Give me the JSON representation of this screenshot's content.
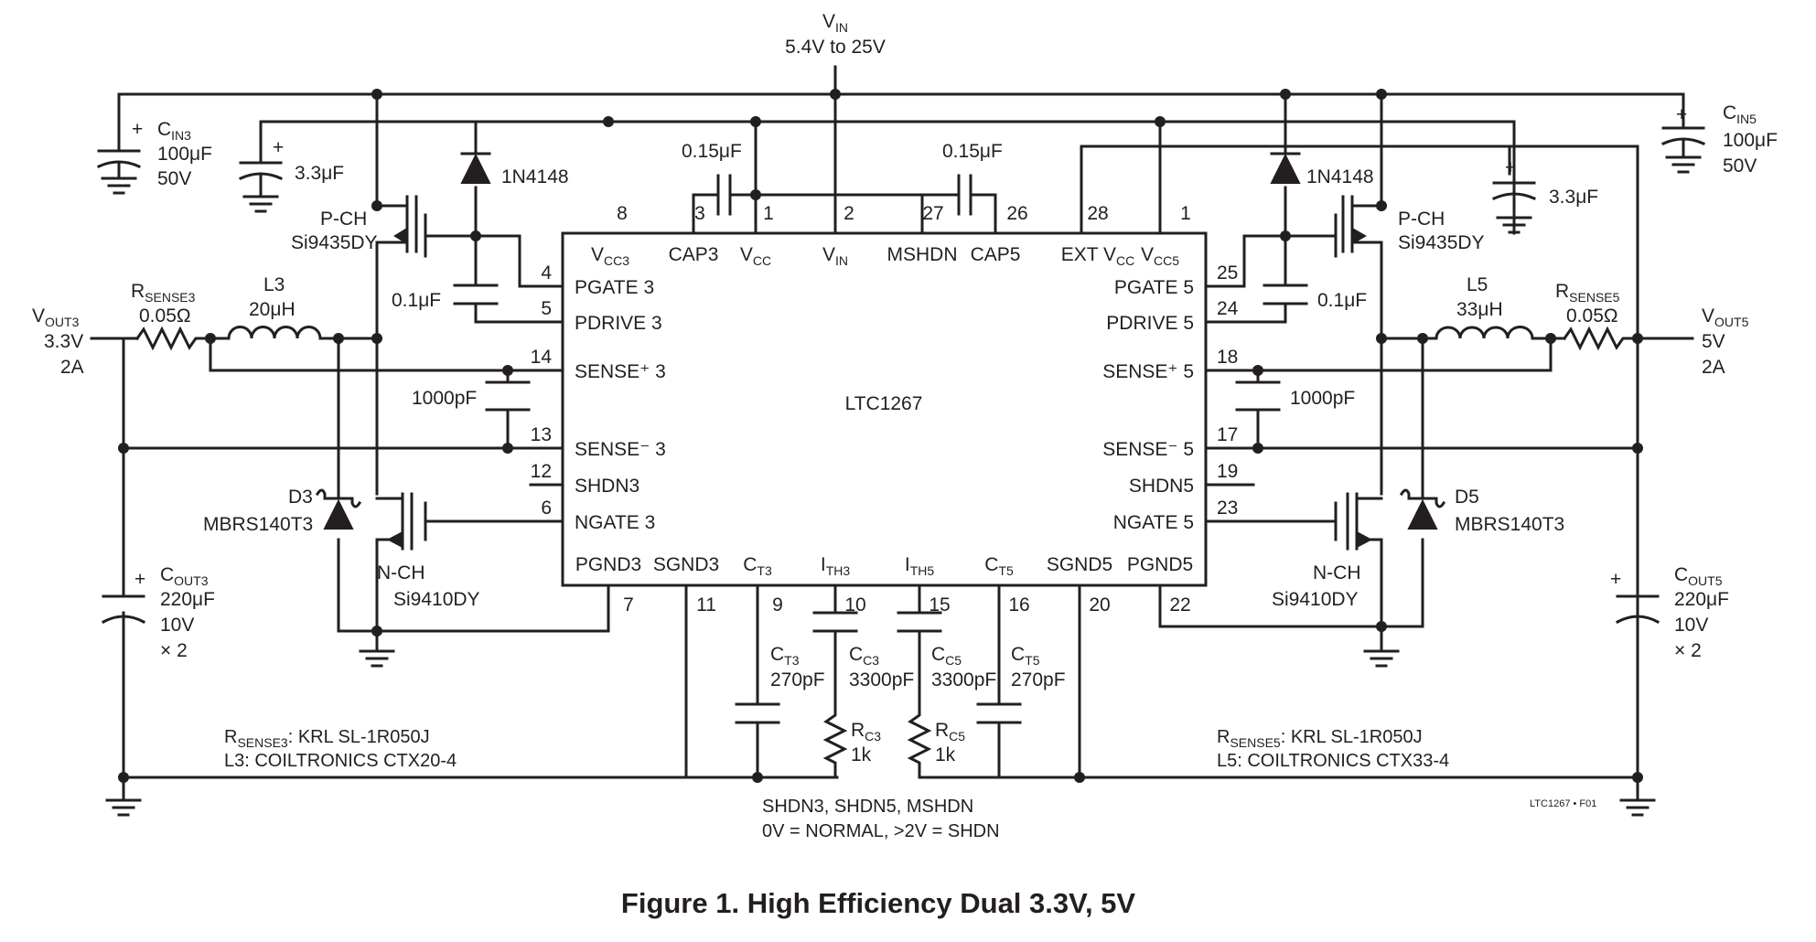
{
  "figure": {
    "caption": "Figure 1. High Efficiency Dual 3.3V, 5V",
    "code": "LTC1267 • F01"
  },
  "ic": {
    "name": "LTC1267",
    "top_pins": [
      {
        "num": "8",
        "name": "V",
        "sub": "CC3"
      },
      {
        "num": "3",
        "name": "CAP3",
        "sub": ""
      },
      {
        "num": "1",
        "name": "V",
        "sub": "CC"
      },
      {
        "num": "2",
        "name": "V",
        "sub": "IN"
      },
      {
        "num": "27",
        "name": "MSHDN",
        "sub": ""
      },
      {
        "num": "26",
        "name": "CAP5",
        "sub": ""
      },
      {
        "num": "28",
        "name": "EXT V",
        "sub": "CC"
      },
      {
        "num": "1",
        "name": "V",
        "sub": "CC5"
      }
    ],
    "left_pins": [
      {
        "num": "4",
        "name": "PGATE 3"
      },
      {
        "num": "5",
        "name": "PDRIVE 3"
      },
      {
        "num": "14",
        "name": "SENSE⁺ 3"
      },
      {
        "num": "13",
        "name": "SENSE⁻ 3"
      },
      {
        "num": "12",
        "name": "SHDN3"
      },
      {
        "num": "6",
        "name": "NGATE 3"
      }
    ],
    "right_pins": [
      {
        "num": "25",
        "name": "PGATE 5"
      },
      {
        "num": "24",
        "name": "PDRIVE 5"
      },
      {
        "num": "18",
        "name": "SENSE⁺ 5"
      },
      {
        "num": "17",
        "name": "SENSE⁻ 5"
      },
      {
        "num": "19",
        "name": "SHDN5"
      },
      {
        "num": "23",
        "name": "NGATE 5"
      }
    ],
    "bottom_pins": [
      {
        "num": "7",
        "name": "PGND3",
        "sub": ""
      },
      {
        "num": "11",
        "name": "SGND3",
        "sub": ""
      },
      {
        "num": "9",
        "name": "C",
        "sub": "T3"
      },
      {
        "num": "10",
        "name": "I",
        "sub": "TH3"
      },
      {
        "num": "15",
        "name": "I",
        "sub": "TH5"
      },
      {
        "num": "16",
        "name": "C",
        "sub": "T5"
      },
      {
        "num": "20",
        "name": "SGND5",
        "sub": ""
      },
      {
        "num": "22",
        "name": "PGND5",
        "sub": ""
      }
    ]
  },
  "input": {
    "label": "V",
    "sub": "IN",
    "range": "5.4V to 25V"
  },
  "components": {
    "cin3": {
      "name": "C",
      "sub": "IN3",
      "value": "100μF",
      "voltage": "50V"
    },
    "cin5": {
      "name": "C",
      "sub": "IN5",
      "value": "100μF",
      "voltage": "50V"
    },
    "c_vcc3": {
      "value": "3.3μF"
    },
    "c_vcc5": {
      "value": "3.3μF"
    },
    "c_cap3": {
      "value": "0.15μF"
    },
    "c_cap5": {
      "value": "0.15μF"
    },
    "diode_left": {
      "part": "1N4148"
    },
    "diode_right": {
      "part": "1N4148"
    },
    "pch3": {
      "type": "P-CH",
      "part": "Si9435DY"
    },
    "pch5": {
      "type": "P-CH",
      "part": "Si9435DY"
    },
    "c_boot3": {
      "value": "0.1μF"
    },
    "c_boot5": {
      "value": "0.1μF"
    },
    "rsense3": {
      "name": "R",
      "sub": "SENSE3",
      "value": "0.05Ω"
    },
    "rsense5": {
      "name": "R",
      "sub": "SENSE5",
      "value": "0.05Ω"
    },
    "l3": {
      "name": "L3",
      "value": "20μH"
    },
    "l5": {
      "name": "L5",
      "value": "33μH"
    },
    "c_sense3": {
      "value": "1000pF"
    },
    "c_sense5": {
      "value": "1000pF"
    },
    "d3": {
      "name": "D3",
      "part": "MBRS140T3"
    },
    "d5": {
      "name": "D5",
      "part": "MBRS140T3"
    },
    "nch3": {
      "type": "N-CH",
      "part": "Si9410DY"
    },
    "nch5": {
      "type": "N-CH",
      "part": "Si9410DY"
    },
    "cout3": {
      "name": "C",
      "sub": "OUT3",
      "value": "220μF",
      "voltage": "10V",
      "mult": "× 2"
    },
    "cout5": {
      "name": "C",
      "sub": "OUT5",
      "value": "220μF",
      "voltage": "10V",
      "mult": "× 2"
    },
    "ct3": {
      "name": "C",
      "sub": "T3",
      "value": "270pF"
    },
    "ct5": {
      "name": "C",
      "sub": "T5",
      "value": "270pF"
    },
    "cc3": {
      "name": "C",
      "sub": "C3",
      "value": "3300pF"
    },
    "cc5": {
      "name": "C",
      "sub": "C5",
      "value": "3300pF"
    },
    "rc3": {
      "name": "R",
      "sub": "C3",
      "value": "1k"
    },
    "rc5": {
      "name": "R",
      "sub": "C5",
      "value": "1k"
    }
  },
  "outputs": {
    "out3": {
      "name": "V",
      "sub": "OUT3",
      "voltage": "3.3V",
      "current": "2A"
    },
    "out5": {
      "name": "V",
      "sub": "OUT5",
      "voltage": "5V",
      "current": "2A"
    }
  },
  "notes": {
    "left": {
      "line1_name": "R",
      "line1_sub": "SENSE3",
      "line1_rest": ": KRL SL-1R050J",
      "line2": "L3: COILTRONICS CTX20-4"
    },
    "right": {
      "line1_name": "R",
      "line1_sub": "SENSE5",
      "line1_rest": ": KRL SL-1R050J",
      "line2": "L5: COILTRONICS CTX33-4"
    },
    "shutdown": {
      "line1": "SHDN3, SHDN5, MSHDN",
      "line2": "0V = NORMAL, >2V = SHDN"
    }
  }
}
